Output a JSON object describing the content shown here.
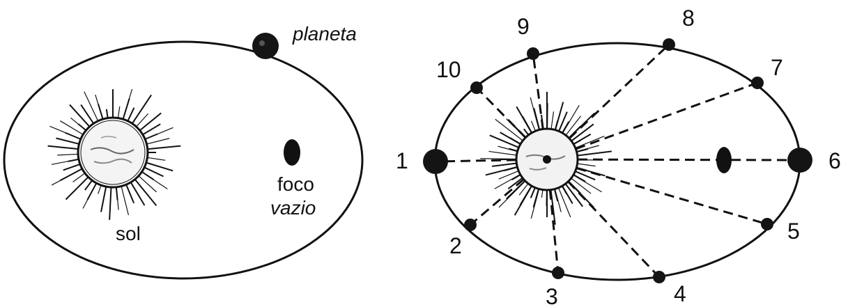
{
  "left_diagram": {
    "planet_label": "planeta",
    "sun_label": "sol",
    "empty_focus_label_line1": "foco",
    "empty_focus_label_line2": "vazio"
  },
  "right_diagram": {
    "position_labels": [
      "1",
      "2",
      "3",
      "4",
      "5",
      "6",
      "7",
      "8",
      "9",
      "10"
    ]
  },
  "colors": {
    "ink": "#111111",
    "background": "#ffffff"
  }
}
